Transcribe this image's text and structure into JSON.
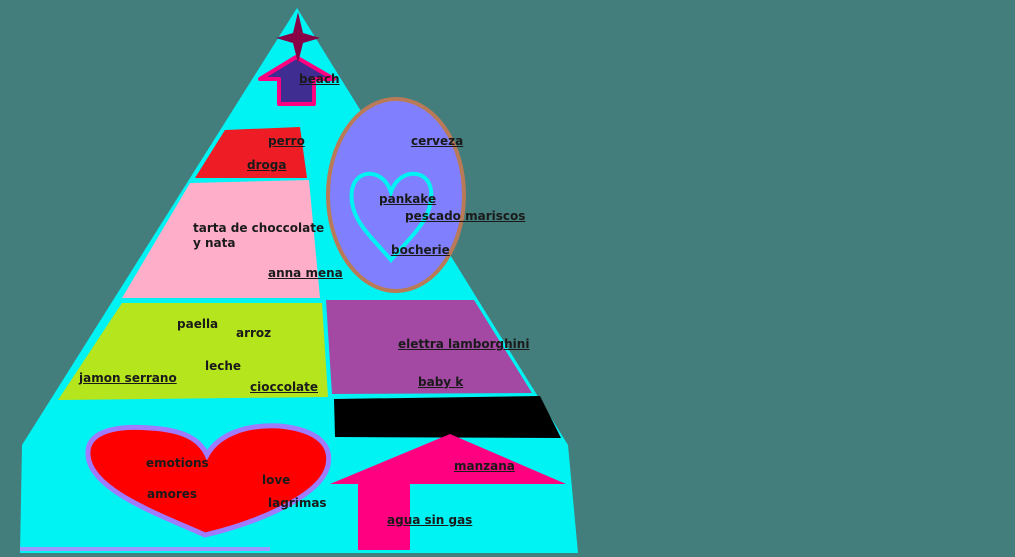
{
  "labels": {
    "beach": "beach",
    "perro": "perro",
    "droga": "droga",
    "tarta": "tarta de choccolate y nata",
    "anna_mena": "anna mena",
    "cerveza": "cerveza",
    "pankake": "pankake",
    "pescado": "pescado mariscos",
    "bocherie": "bocherie",
    "paella": "paella",
    "arroz": "arroz",
    "leche": "leche",
    "jamon": "jamon serrano",
    "cioccolate": "cioccolate",
    "elettra": "elettra lamborghini",
    "baby_k": "baby k",
    "emotions": "emotions",
    "amores": "amores",
    "love": "love",
    "lagrimas": "lagrimas",
    "manzana": "manzana",
    "agua": "agua sin gas"
  },
  "colors": {
    "background": "#437d7c",
    "pyramid": "#00f3f3",
    "red_band": "#ee1c24",
    "pink_band": "#ffaec9",
    "green_band": "#b5e61d",
    "purple_band": "#a349a4",
    "black_band": "#000000",
    "oval_fill": "#8080ff",
    "oval_border": "#b97a57",
    "heart": "#ff0000",
    "arrow": "#ff0080",
    "star": "#880045",
    "top_arrow_fill": "#3f2d91"
  }
}
